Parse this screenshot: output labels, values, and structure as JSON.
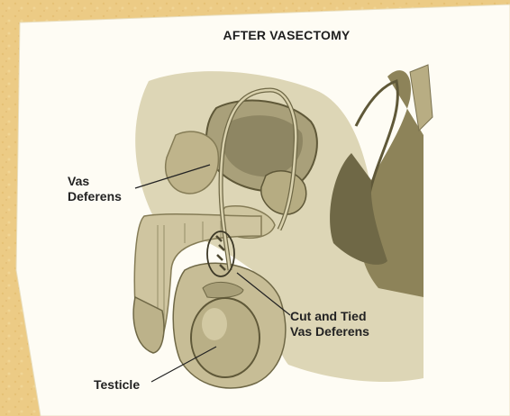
{
  "diagram": {
    "title": "AFTER VASECTOMY",
    "labels": {
      "vas_deferens_line1": "Vas",
      "vas_deferens_line2": "Deferens",
      "cut_tied_line1": "Cut and Tied",
      "cut_tied_line2": "Vas Deferens",
      "testicle": "Testicle"
    }
  },
  "colors": {
    "background": "#eccb85",
    "card": "#fefcf4",
    "anatomy_fill": "#c3b88e",
    "anatomy_dark": "#6f6846",
    "label_text": "#222222"
  }
}
